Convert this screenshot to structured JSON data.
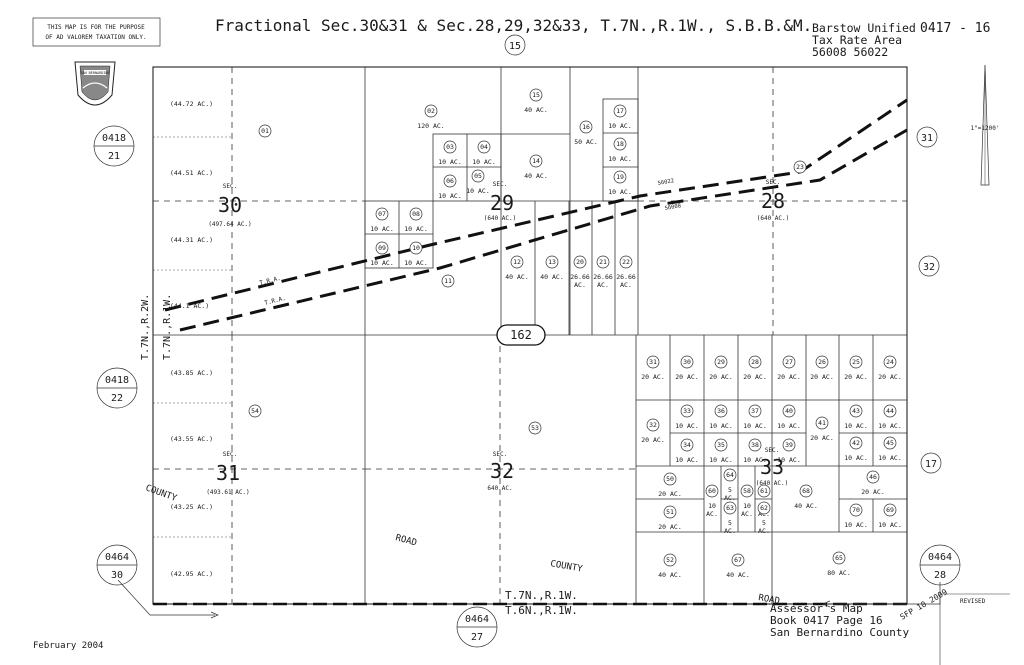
{
  "header": {
    "disclaimer_line1": "THIS MAP IS FOR THE PURPOSE",
    "disclaimer_line2": "OF AD VALOREM TAXATION ONLY.",
    "title": "Fractional Sec.30&31 & Sec.28,29,32&33, T.7N.,R.1W., S.B.B.&M.",
    "district": "Barstow Unified",
    "map_number": "0417 - 16",
    "tax_rate_area_label": "Tax Rate Area",
    "tax_rate_areas": "56008 56022",
    "seal_text": "SAN BERNARDINO",
    "scale": "1\"=1200'"
  },
  "adjacent_maps": [
    {
      "book": "0418",
      "page": "21"
    },
    {
      "book": "0418",
      "page": "22"
    },
    {
      "book": "0464",
      "page": "30"
    },
    {
      "book": "0464",
      "page": "27"
    },
    {
      "book": "0464",
      "page": "28"
    }
  ],
  "adjacent_sections": [
    "15",
    "31",
    "32",
    "17"
  ],
  "sections": [
    {
      "sec": "30",
      "area": "(497.64 AC.)"
    },
    {
      "sec": "29",
      "area": "(640 AC.)"
    },
    {
      "sec": "28",
      "area": "(640 AC.)"
    },
    {
      "sec": "31",
      "area": "(493.61 AC.)"
    },
    {
      "sec": "32",
      "area": "640 AC."
    },
    {
      "sec": "33",
      "area": "(640 AC.)"
    }
  ],
  "lot_acres_sec30": [
    "(44.72 AC.)",
    "(44.51 AC.)",
    "(44.31 AC.)",
    "(44.1 AC.)"
  ],
  "lot_acres_sec31": [
    "(43.85 AC.)",
    "(43.55 AC.)",
    "(43.25 AC.)",
    "(42.95 AC.)"
  ],
  "parcels": [
    {
      "no": "01",
      "ac": ""
    },
    {
      "no": "02",
      "ac": "120 AC."
    },
    {
      "no": "03",
      "ac": "10 AC."
    },
    {
      "no": "04",
      "ac": "10 AC."
    },
    {
      "no": "05",
      "ac": "10 AC."
    },
    {
      "no": "06",
      "ac": "10 AC."
    },
    {
      "no": "07",
      "ac": "10 AC."
    },
    {
      "no": "08",
      "ac": "10 AC."
    },
    {
      "no": "09",
      "ac": "10 AC."
    },
    {
      "no": "10",
      "ac": "10 AC."
    },
    {
      "no": "11",
      "ac": ""
    },
    {
      "no": "12",
      "ac": "40 AC."
    },
    {
      "no": "13",
      "ac": "40 AC."
    },
    {
      "no": "14",
      "ac": "40 AC."
    },
    {
      "no": "15",
      "ac": "40 AC."
    },
    {
      "no": "16",
      "ac": "50 AC."
    },
    {
      "no": "17",
      "ac": "10 AC."
    },
    {
      "no": "18",
      "ac": "10 AC."
    },
    {
      "no": "19",
      "ac": "10 AC."
    },
    {
      "no": "20",
      "ac": "26.66 AC."
    },
    {
      "no": "21",
      "ac": "26.66 AC."
    },
    {
      "no": "22",
      "ac": "26.66 AC."
    },
    {
      "no": "23",
      "ac": ""
    },
    {
      "no": "24",
      "ac": "20 AC."
    },
    {
      "no": "25",
      "ac": "20 AC."
    },
    {
      "no": "26",
      "ac": "20 AC."
    },
    {
      "no": "27",
      "ac": "20 AC."
    },
    {
      "no": "28",
      "ac": "20 AC."
    },
    {
      "no": "29",
      "ac": "20 AC."
    },
    {
      "no": "30",
      "ac": "20 AC."
    },
    {
      "no": "31",
      "ac": "20 AC."
    },
    {
      "no": "32",
      "ac": "20 AC."
    },
    {
      "no": "33",
      "ac": "10 AC."
    },
    {
      "no": "34",
      "ac": "10 AC."
    },
    {
      "no": "35",
      "ac": "10 AC."
    },
    {
      "no": "36",
      "ac": "10 AC."
    },
    {
      "no": "37",
      "ac": "10 AC."
    },
    {
      "no": "38",
      "ac": "10 AC."
    },
    {
      "no": "39",
      "ac": "10 AC."
    },
    {
      "no": "40",
      "ac": "10 AC."
    },
    {
      "no": "41",
      "ac": "20 AC."
    },
    {
      "no": "42",
      "ac": "10 AC."
    },
    {
      "no": "43",
      "ac": "10 AC."
    },
    {
      "no": "44",
      "ac": "10 AC."
    },
    {
      "no": "45",
      "ac": "10 AC."
    },
    {
      "no": "46",
      "ac": "20 AC."
    },
    {
      "no": "50",
      "ac": "20 AC."
    },
    {
      "no": "51",
      "ac": "20 AC."
    },
    {
      "no": "52",
      "ac": "40 AC."
    },
    {
      "no": "53",
      "ac": ""
    },
    {
      "no": "54",
      "ac": ""
    },
    {
      "no": "58",
      "ac": "10 AC."
    },
    {
      "no": "60",
      "ac": "10 AC."
    },
    {
      "no": "61",
      "ac": "5 AC."
    },
    {
      "no": "62",
      "ac": "5 AC."
    },
    {
      "no": "63",
      "ac": "5 AC."
    },
    {
      "no": "64",
      "ac": "5 AC."
    },
    {
      "no": "65",
      "ac": "80 AC."
    },
    {
      "no": "67",
      "ac": "40 AC."
    },
    {
      "no": "68",
      "ac": "40 AC."
    },
    {
      "no": "69",
      "ac": "10 AC."
    },
    {
      "no": "70",
      "ac": "10 AC."
    }
  ],
  "township_labels": {
    "top": "T.7N.,R.1W.",
    "bottom": "T.6N.,R.1W.",
    "left_outer": "T.7N.,R.2W.",
    "left_inner": "T.7N.,R.1W.",
    "tra_label": "T.R.A.",
    "tra_nums_a": "56022",
    "tra_nums_b": "56008"
  },
  "highway": "162",
  "roads": {
    "county": "COUNTY",
    "road": "ROAD",
    "county_road_1": "COUNTY",
    "road_2": "ROAD"
  },
  "footer": {
    "date": "February 2004",
    "revised_label": "REVISED",
    "revised_stamp": "SFP 10 2009",
    "assessor_line1": "Assessor's Map",
    "assessor_line2": "Book 0417 Page 16",
    "assessor_line3": "San Bernardino County"
  }
}
